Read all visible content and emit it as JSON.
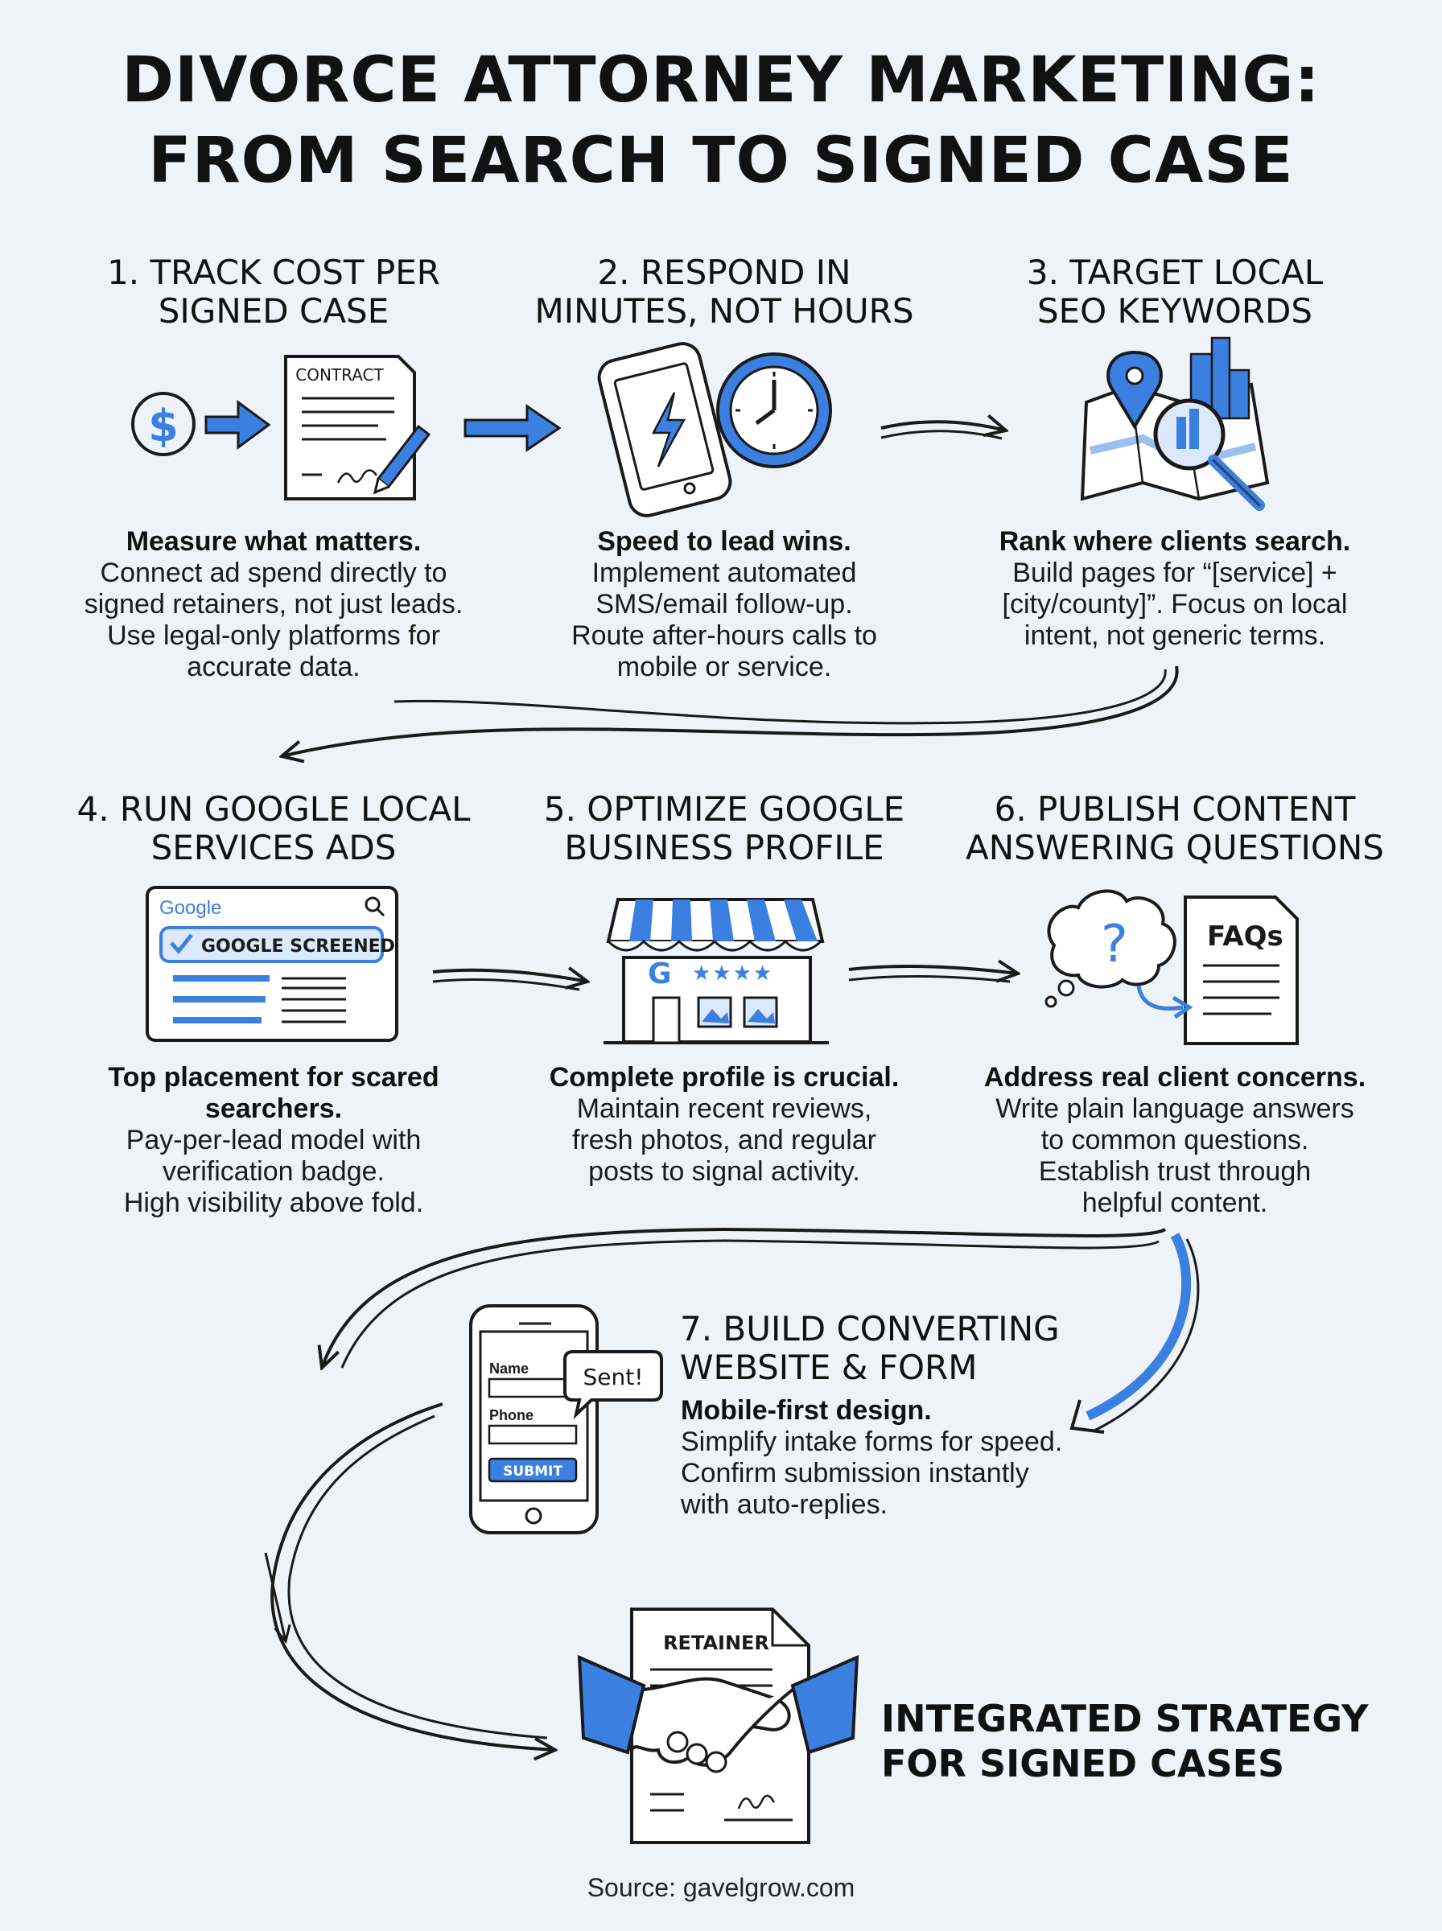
{
  "title": [
    "DIVORCE ATTORNEY MARKETING:",
    "FROM SEARCH TO SIGNED CASE"
  ],
  "steps": [
    {
      "title": [
        "1. TRACK COST PER",
        "SIGNED CASE"
      ],
      "lead": "Measure what matters.",
      "lines": [
        "Connect ad spend directly to",
        "signed retainers, not just leads.",
        "Use legal-only platforms for",
        "accurate data."
      ]
    },
    {
      "title": [
        "2. RESPOND IN",
        "MINUTES, NOT HOURS"
      ],
      "lead": "Speed to lead wins.",
      "lines": [
        "Implement automated",
        "SMS/email follow-up.",
        "Route after-hours calls to",
        "mobile or service."
      ]
    },
    {
      "title": [
        "3. TARGET LOCAL",
        "SEO KEYWORDS"
      ],
      "lead": "Rank where clients search.",
      "lines": [
        "Build pages for “[service] +",
        "[city/county]”. Focus on local",
        "intent, not generic terms."
      ]
    },
    {
      "title": [
        "4. RUN GOOGLE LOCAL",
        "SERVICES ADS"
      ],
      "lead": "Top placement for scared",
      "lines": [
        "searchers.",
        "Pay-per-lead model with",
        "verification badge.",
        "High visibility above fold."
      ]
    },
    {
      "title": [
        "5. OPTIMIZE GOOGLE",
        "BUSINESS PROFILE"
      ],
      "lead": "Complete profile is crucial.",
      "lines": [
        "Maintain recent reviews,",
        "fresh photos, and regular",
        "posts to signal activity."
      ]
    },
    {
      "title": [
        "6. PUBLISH CONTENT",
        "ANSWERING QUESTIONS"
      ],
      "lead": "Address real client concerns.",
      "lines": [
        "Write plain language answers",
        "to common questions.",
        "Establish trust through",
        "helpful content."
      ]
    },
    {
      "title": [
        "7. BUILD CONVERTING",
        "WEBSITE & FORM"
      ],
      "lead": "Mobile-first design.",
      "lines": [
        "Simplify intake forms for speed.",
        "Confirm submission instantly",
        "with auto-replies."
      ]
    }
  ],
  "icons": {
    "contract_label": "CONTRACT",
    "dollar": "$",
    "google_logo": "Google",
    "google_screened": "GOOGLE SCREENED",
    "store_g": "G",
    "question": "?",
    "faqs": "FAQs",
    "form_name": "Name",
    "form_phone": "Phone",
    "form_submit": "SUBMIT",
    "sent": "Sent!",
    "retainer_label": "RETAINER"
  },
  "final": [
    "INTEGRATED STRATEGY",
    "FOR SIGNED CASES"
  ],
  "source": "Source: gavelgrow.com",
  "colors": {
    "accent": "#3b7fe0",
    "ink": "#1a1a1a",
    "background": "#eef2f9"
  }
}
